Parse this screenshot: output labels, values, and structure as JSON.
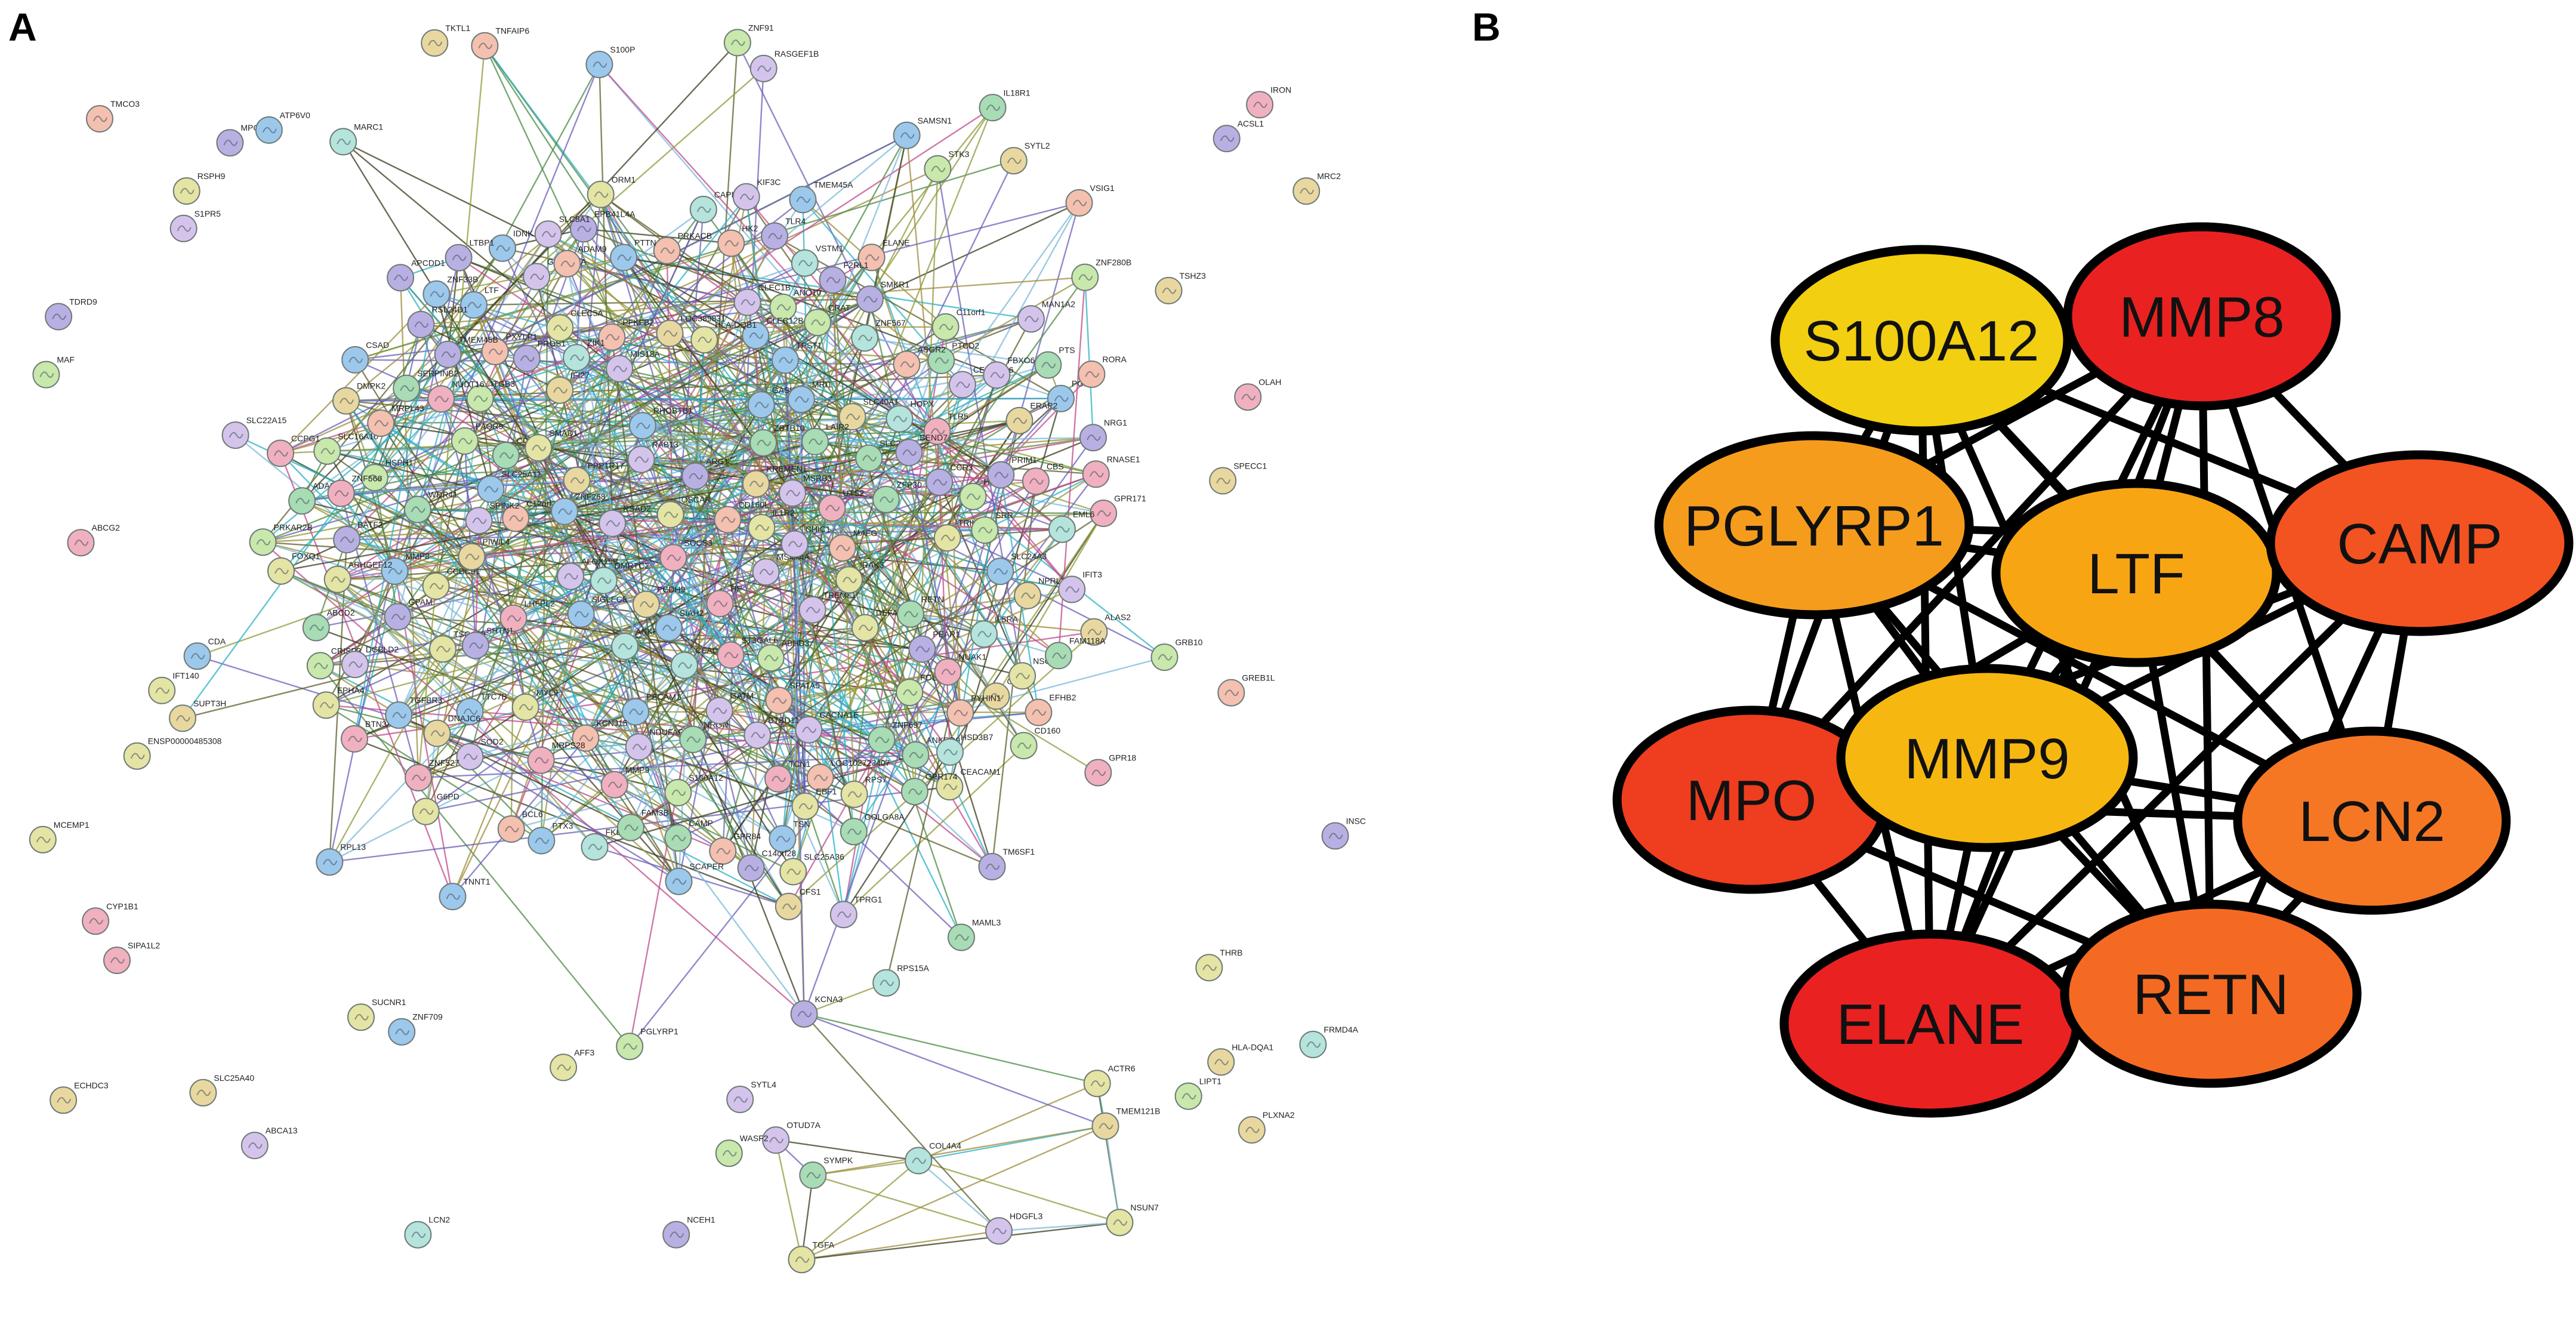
{
  "panels": {
    "a": {
      "letter": "A",
      "node_colors": [
        "#a8dcb4",
        "#9cc8ec",
        "#b8b0e2",
        "#e4e4a4",
        "#f4c0b0",
        "#c8e8ac",
        "#f0b0c0",
        "#b4e4dc",
        "#d4c4ec",
        "#e8d8a0"
      ],
      "edge_colors": [
        "#3a3a1e",
        "#5e5e2c",
        "#8f9a3a",
        "#2bb0c4",
        "#6a60b8",
        "#c04a8c",
        "#7ab8d8",
        "#9e8c3c",
        "#4c8a44"
      ],
      "labels": [
        "HOPX",
        "APCDD1",
        "GADD45A",
        "ABCA13",
        "EPB41L4A",
        "LOC389831",
        "ZNF280B",
        "CCDC7",
        "TSN",
        "LIPT1",
        "FOLR3",
        "NDUFAF4",
        "PLXNA2",
        "TSGA10",
        "GASK1B",
        "SLC22A15",
        "TTC7B",
        "HIP1",
        "MAN1A2",
        "CRISP3",
        "TPST1",
        "SYTL4",
        "RHOBTB1",
        "PPP1R17",
        "TRIM71",
        "MIS18A",
        "EPHA4",
        "S100P",
        "CEACAM8",
        "OSCAR",
        "SERPINB2",
        "LHFPL2",
        "ANO10",
        "TPRG1",
        "SLC24A3",
        "GPAM",
        "NCEH1",
        "TCN1",
        "CEACAM6",
        "MCEMP1",
        "PROS1",
        "VSTM1",
        "ZNF709",
        "SRR",
        "IDNK",
        "CFS1",
        "EFHB2",
        "DEFA4",
        "PGLYRP1",
        "PTX3",
        "GPR84",
        "ALOX15B",
        "TMEM45A",
        "CSAD",
        "TKTL1",
        "S100A12",
        "LTF",
        "PEAR1",
        "LTBP1",
        "CLEC5A",
        "TNNT1",
        "MYL9",
        "NRGN",
        "SUPT3H",
        "CBS",
        "ADAM12",
        "NRG1",
        "MMP8",
        "CEACAM1",
        "TNFAIP6",
        "ITGB3",
        "TREML1",
        "RSPH9",
        "HK2",
        "PFKFB2",
        "ABCD2",
        "G6PD",
        "GATM",
        "TGFA",
        "CAMP",
        "MMP9",
        "OLFM4",
        "ADAM9",
        "ARG1",
        "CDA",
        "CCDC91",
        "PAQR9",
        "DMRTC2",
        "PGM5",
        "SLC40A1",
        "ABCG2",
        "BTN3A1",
        "IL1R2",
        "LCN2",
        "ORM1",
        "CLEC1B",
        "COL4A4",
        "FBXO6",
        "FKBP9",
        "HDGFL3",
        "ST3GAL6",
        "C14orf28",
        "RORA",
        "BCL6",
        "ELANE",
        "MPO",
        "RETN",
        "HP",
        "SUCNR1",
        "BATF2",
        "ANKRD22",
        "CACNA1E",
        "ALAS2",
        "ARHGEF12",
        "MAML3",
        "PECAM1",
        "IRAK3",
        "GRB10",
        "SOCS3",
        "CD160",
        "GPR18",
        "CLEC12B",
        "NPRL3",
        "S1PR5",
        "TLR5",
        "TLR4",
        "IL18R1",
        "IFIT3",
        "IFI27",
        "SAMSN1",
        "ZBTB10",
        "FOXQ1",
        "CYP1B1",
        "MAFG",
        "F2RL1",
        "MAF",
        "KCNJ15",
        "MS4A4A",
        "ACSL1",
        "SOD2",
        "RSAD2",
        "OTUD7A",
        "CAPNS2",
        "ZNF697",
        "AFF3",
        "PTS",
        "UTS2",
        "SLC25A40",
        "SIAH2",
        "CCR3",
        "IL5RA",
        "PRKACB",
        "HLA-DQB1",
        "SYTL2",
        "SIGLEC8",
        "DMPK2",
        "ZNF91",
        "NSG1",
        "SMAD1",
        "RASGEF1B",
        "MRI1",
        "LOC102723407",
        "ACTR6",
        "GPR174",
        "PYHIN1",
        "VSIG1",
        "PTCD2",
        "ABHD3",
        "SPECC1",
        "ERAP2",
        "PRKAR2B",
        "HLA-DQA1",
        "GPR171",
        "CD160L",
        "MRC2",
        "BTBD11",
        "C12orf29",
        "INSC",
        "ANKRD9",
        "NUAK1",
        "IRON",
        "SLC8A1",
        "SLC26A8",
        "THRB",
        "SLC16A10",
        "CCPG1",
        "MARC1",
        "PXYLP1",
        "C11orf1",
        "WASF2",
        "SLC25A11",
        "TGFBR3",
        "TDRD9",
        "PIWIL4",
        "NUDT16",
        "ZNF527",
        "LAIR2",
        "HSPH1",
        "IFT140",
        "FAM118A",
        "RAB13",
        "KCNA3",
        "RPS7",
        "CHIC1",
        "ENSP00000485308",
        "DCBLD2",
        "ZNF567",
        "SIPA1L2",
        "DNAJC6",
        "EBF1",
        "TSHZ3",
        "KIF3C",
        "SMKR1",
        "RPL13",
        "HSD3B7",
        "SHTN1",
        "ATP6V0",
        "EML6",
        "RNASE1",
        "SYMPK",
        "MRPL43",
        "TMEM45B",
        "FRMD4A",
        "SLC25A36",
        "ZNF566",
        "TM6SF1",
        "CRAT",
        "WDR41",
        "RPS15A",
        "MRPS28",
        "BEND7",
        "ECHDC3",
        "ZNF33B",
        "GOLGA8A",
        "FAM3B",
        "ASGR2",
        "KREMEN1",
        "TMEM121B",
        "PRIM1",
        "MSRB3",
        "OLAH",
        "ZIK1",
        "ZFP30",
        "GREB1L",
        "SCAPER",
        "ZNF268",
        "TMCO3",
        "PCDH9",
        "SPATA5",
        "STK3",
        "SPINK2",
        "PTTN",
        "NSUN7",
        "RSL24D1"
      ]
    },
    "b": {
      "letter": "B",
      "nodes": [
        {
          "label": "S100A12",
          "color": "#f2cf10"
        },
        {
          "label": "MMP8",
          "color": "#ea2121"
        },
        {
          "label": "PGLYRP1",
          "color": "#f59c1d"
        },
        {
          "label": "LTF",
          "color": "#f8a514"
        },
        {
          "label": "CAMP",
          "color": "#f35320"
        },
        {
          "label": "MPO",
          "color": "#ef3d1f"
        },
        {
          "label": "MMP9",
          "color": "#f6b710"
        },
        {
          "label": "LCN2",
          "color": "#f57724"
        },
        {
          "label": "ELANE",
          "color": "#ea2121"
        },
        {
          "label": "RETN",
          "color": "#f56a22"
        }
      ],
      "edge_color": "#000000",
      "outline_color": "#000000"
    }
  }
}
